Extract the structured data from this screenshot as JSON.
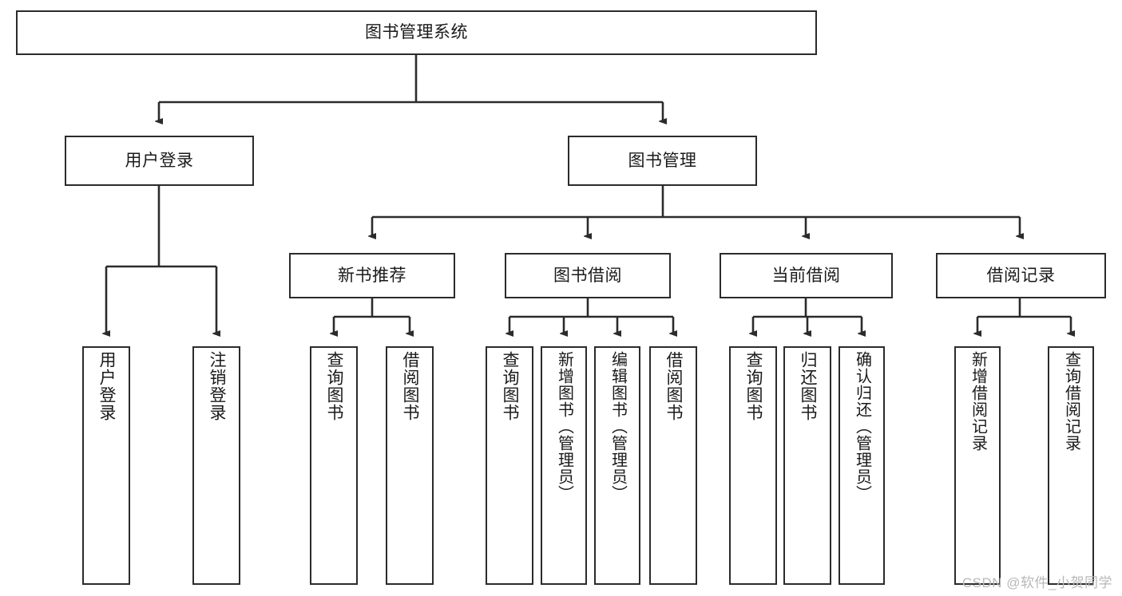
{
  "diagram": {
    "title_node": {
      "label": "图书管理系统"
    },
    "level2": [
      {
        "id": "user-login",
        "label": "用户登录"
      },
      {
        "id": "book-manage",
        "label": "图书管理"
      }
    ],
    "level3": [
      {
        "id": "new-book-recommend",
        "label": "新书推荐"
      },
      {
        "id": "book-borrow",
        "label": "图书借阅"
      },
      {
        "id": "current-borrow",
        "label": "当前借阅"
      },
      {
        "id": "borrow-record",
        "label": "借阅记录"
      }
    ],
    "leaves": [
      {
        "id": "leaf-user-login",
        "label": "用户登录",
        "parent": "user-login"
      },
      {
        "id": "leaf-logout-login",
        "label": "注销登录",
        "parent": "user-login"
      },
      {
        "id": "leaf-query-book-1",
        "label": "查询图书",
        "parent": "new-book-recommend"
      },
      {
        "id": "leaf-borrow-book-1",
        "label": "借阅图书",
        "parent": "new-book-recommend"
      },
      {
        "id": "leaf-query-book-2",
        "label": "查询图书",
        "parent": "book-borrow"
      },
      {
        "id": "leaf-add-book",
        "label": "新增图书（管理员）",
        "parent": "book-borrow"
      },
      {
        "id": "leaf-edit-book",
        "label": "编辑图书（管理员）",
        "parent": "book-borrow"
      },
      {
        "id": "leaf-borrow-book-2",
        "label": "借阅图书",
        "parent": "book-borrow"
      },
      {
        "id": "leaf-query-book-3",
        "label": "查询图书",
        "parent": "current-borrow"
      },
      {
        "id": "leaf-return-book",
        "label": "归还图书",
        "parent": "current-borrow"
      },
      {
        "id": "leaf-confirm-return",
        "label": "确认归还（管理员）",
        "parent": "current-borrow"
      },
      {
        "id": "leaf-add-record",
        "label": "新增借阅记录",
        "parent": "borrow-record"
      },
      {
        "id": "leaf-query-record",
        "label": "查询借阅记录",
        "parent": "borrow-record"
      }
    ],
    "watermark": "CSDN @软件_小贺同学",
    "colors": {
      "stroke": "#2b2b2b",
      "background": "#ffffff",
      "text": "#1a1a1a",
      "watermark": "#b8b8b8"
    }
  }
}
